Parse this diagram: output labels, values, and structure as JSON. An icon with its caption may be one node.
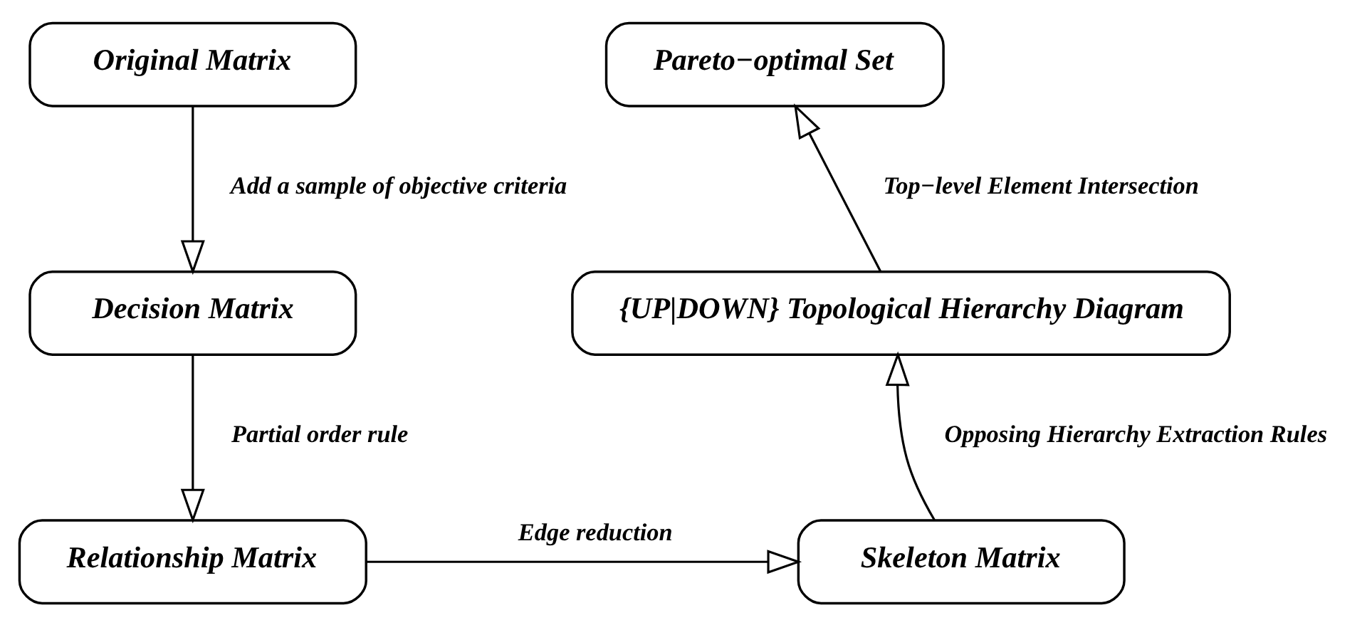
{
  "diagram": {
    "nodes": [
      {
        "text": [
          "Original Matrix"
        ]
      },
      {
        "text": [
          "Decision Matrix"
        ]
      },
      {
        "text": [
          "Relationship Matrix"
        ]
      },
      {
        "text": [
          "Skeleton Matrix"
        ]
      },
      {
        "text": [
          "{UP|DOWN} Topological Hierarchy Diagram"
        ]
      },
      {
        "text": [
          "Pareto−optimal Set"
        ]
      }
    ],
    "edges": [
      {
        "from": 0,
        "to": 1,
        "arrow": "to",
        "label": "Add a sample of objective criteria"
      },
      {
        "from": 1,
        "to": 2,
        "arrow": "to",
        "label": "Partial order rule"
      },
      {
        "from": 2,
        "to": 3,
        "arrow": "to",
        "label": "Edge reduction"
      },
      {
        "from": 3,
        "to": 4,
        "arrow": "to",
        "label": "Opposing Hierarchy Extraction Rules"
      },
      {
        "from": 4,
        "to": 5,
        "arrow": "to",
        "label": "Top−level Element Intersection"
      }
    ]
  }
}
